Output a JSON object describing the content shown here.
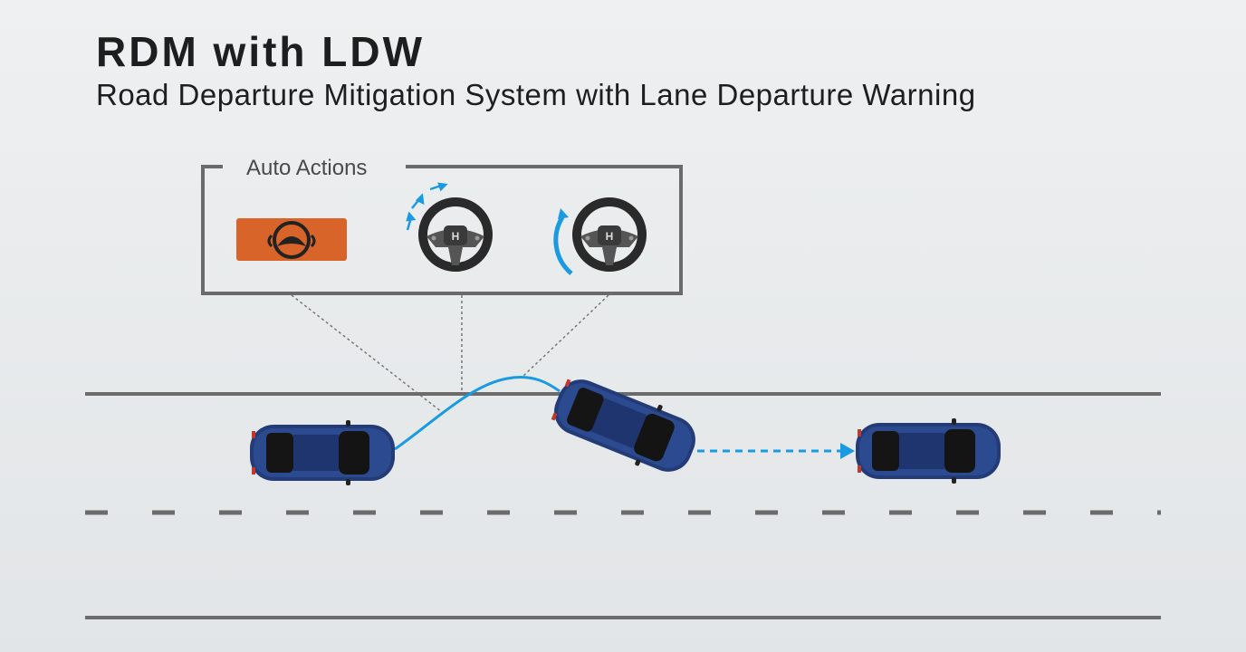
{
  "header": {
    "title": "RDM with LDW",
    "subtitle": "Road Departure Mitigation System with Lane Departure Warning"
  },
  "auto_actions": {
    "label": "Auto Actions",
    "items": [
      {
        "icon": "rdm-warning-indicator-icon"
      },
      {
        "icon": "steering-wheel-vibration-icon"
      },
      {
        "icon": "steering-wheel-assist-icon"
      }
    ]
  },
  "colors": {
    "accent": "#1a9ae0",
    "warning": "#d9642a",
    "road_line": "#6b6b6b",
    "car_body": "#25407e"
  }
}
